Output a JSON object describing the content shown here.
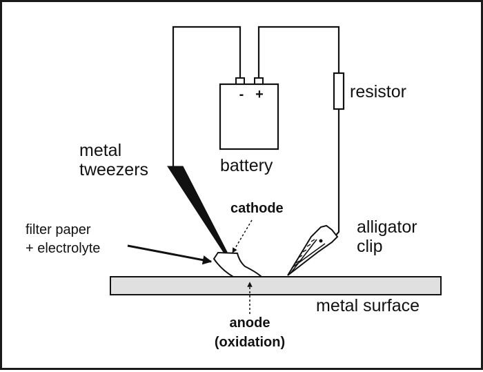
{
  "labels": {
    "resistor": "resistor",
    "battery": "battery",
    "battery_minus": "-",
    "battery_plus": "+",
    "metal_tweezers_line1": "metal",
    "metal_tweezers_line2": "tweezers",
    "cathode": "cathode",
    "filter_paper_line1": "filter paper",
    "filter_paper_line2": "+ electrolyte",
    "alligator_clip_line1": "alligator",
    "alligator_clip_line2": "clip",
    "metal_surface": "metal surface",
    "anode_line1": "anode",
    "anode_line2": "(oxidation)"
  },
  "colors": {
    "ink": "#111111",
    "metal_surface_fill": "#e0e0e0",
    "frame": "#1a1a1a",
    "background": "#ffffff"
  }
}
